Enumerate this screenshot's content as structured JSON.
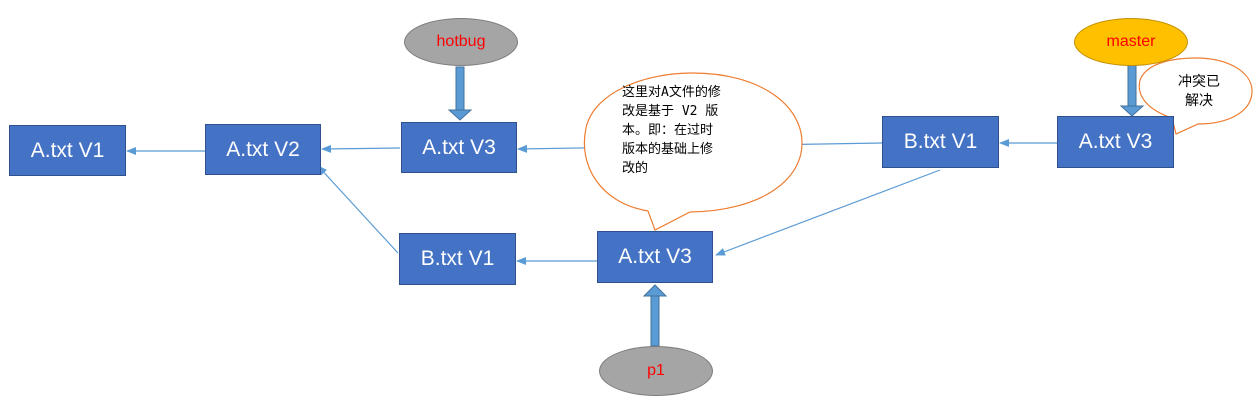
{
  "nodes": {
    "a1": "A.txt V1",
    "a2": "A.txt V2",
    "a3_hotbug": "A.txt V3",
    "b1_master": "B.txt V1",
    "a3_master": "A.txt V3",
    "b1_p1": "B.txt V1",
    "a3_p1": "A.txt V3"
  },
  "pointers": {
    "hotbug": "hotbug",
    "master": "master",
    "p1": "p1"
  },
  "callouts": {
    "note_lines": [
      "这里对A文件的修",
      "改是基于 V2 版",
      "本。即：在过时",
      "版本的基础上修",
      "改的"
    ],
    "resolved_lines": [
      "冲突已",
      "解决"
    ]
  },
  "colors": {
    "node_fill": "#4472c4",
    "gray_pointer": "#a5a5a5",
    "master_pointer": "#ffc000",
    "pointer_text": "#ff0000",
    "callout_border": "#ed7d31",
    "edge": "#5b9bd5"
  }
}
